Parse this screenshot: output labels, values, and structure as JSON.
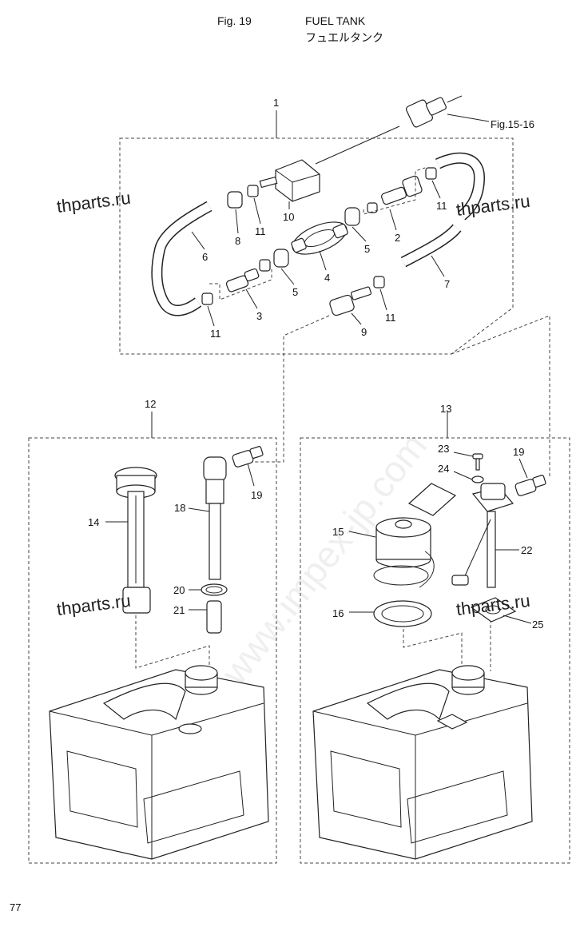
{
  "header": {
    "fig_label": "Fig. 19",
    "title_en": "FUEL TANK",
    "title_ja": "フュエルタンク"
  },
  "page_number": "77",
  "reference": "Fig.15-16",
  "watermark": "thparts.ru",
  "watermark_diagonal": "www.impex-jp.com",
  "part_numbers": {
    "p1": "1",
    "p2": "2",
    "p3": "3",
    "p4": "4",
    "p5": "5",
    "p6": "6",
    "p7": "7",
    "p8": "8",
    "p9": "9",
    "p10": "10",
    "p11": "11",
    "p12": "12",
    "p13": "13",
    "p14": "14",
    "p15": "15",
    "p16": "16",
    "p18": "18",
    "p19": "19",
    "p20": "20",
    "p21": "21",
    "p22": "22",
    "p23": "23",
    "p24": "24",
    "p25": "25"
  }
}
